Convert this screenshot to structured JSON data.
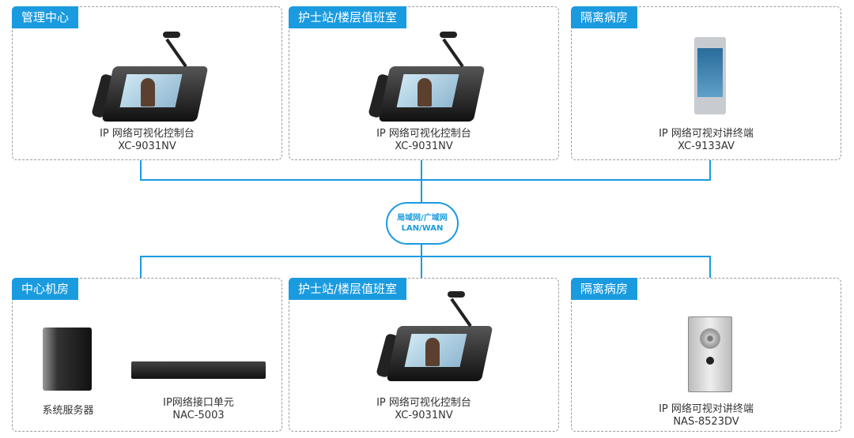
{
  "top_row": [
    {
      "location": "管理中心",
      "devices": [
        {
          "name": "IP 网络可视化控制台",
          "model": "XC-9031NV",
          "icon": "video-console"
        }
      ]
    },
    {
      "location": "护士站/楼层值班室",
      "devices": [
        {
          "name": "IP 网络可视化控制台",
          "model": "XC-9031NV",
          "icon": "video-console"
        }
      ]
    },
    {
      "location": "隔离病房",
      "devices": [
        {
          "name": "IP 网络可视对讲终端",
          "model": "XC-9133AV",
          "icon": "video-intercom-panel"
        }
      ]
    }
  ],
  "network": {
    "line1": "局域网/广域网",
    "line2": "LAN/WAN",
    "icon": "cloud"
  },
  "bottom_row": [
    {
      "location": "中心机房",
      "devices": [
        {
          "name": "系统服务器",
          "model": "",
          "icon": "tower-server"
        },
        {
          "name": "IP网络接口单元",
          "model": "NAC-5003",
          "icon": "rack-unit"
        }
      ]
    },
    {
      "location": "护士站/楼层值班室",
      "devices": [
        {
          "name": "IP 网络可视化控制台",
          "model": "XC-9031NV",
          "icon": "video-console"
        }
      ]
    },
    {
      "location": "隔离病房",
      "devices": [
        {
          "name": "IP 网络可视对讲终端",
          "model": "NAS-8523DV",
          "icon": "intercom-panel"
        }
      ]
    }
  ],
  "colors": {
    "accent": "#1a9be0",
    "border": "#9a9a9a"
  }
}
